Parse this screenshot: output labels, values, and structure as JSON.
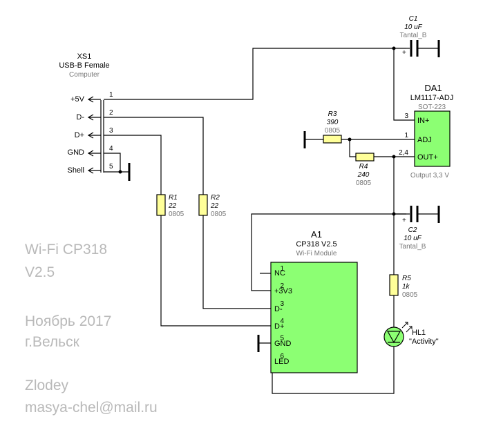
{
  "colors": {
    "module_fill": "#8cff73",
    "resistor_fill": "#ffff99",
    "note_text": "#b9b9b9",
    "led_fill": "#8cff73"
  },
  "xs1": {
    "ref": "XS1",
    "type": "USB-B Female",
    "desc": "Computer",
    "pins": [
      {
        "label": "+5V",
        "num": "1"
      },
      {
        "label": "D-",
        "num": "2"
      },
      {
        "label": "D+",
        "num": "3"
      },
      {
        "label": "GND",
        "num": "4"
      },
      {
        "label": "Shell",
        "num": "5"
      }
    ]
  },
  "r1": {
    "ref": "R1",
    "value": "22",
    "pkg": "0805"
  },
  "r2": {
    "ref": "R2",
    "value": "22",
    "pkg": "0805"
  },
  "r3": {
    "ref": "R3",
    "value": "390",
    "pkg": "0805"
  },
  "r4": {
    "ref": "R4",
    "value": "240",
    "pkg": "0805"
  },
  "r5": {
    "ref": "R5",
    "value": "1k",
    "pkg": "0805"
  },
  "c1": {
    "ref": "C1",
    "value": "10 uF",
    "pkg": "Tantal_B",
    "plus": "+"
  },
  "c2": {
    "ref": "C2",
    "value": "10 uF",
    "pkg": "Tantal_B",
    "plus": "+"
  },
  "da1": {
    "ref": "DA1",
    "part": "LM1117-ADJ",
    "pkg": "SOT-223",
    "note": "Output 3,3 V",
    "pins": [
      {
        "num": "3",
        "name": "IN+"
      },
      {
        "num": "1",
        "name": "ADJ"
      },
      {
        "num": "2,4",
        "name": "OUT+"
      }
    ]
  },
  "a1": {
    "ref": "A1",
    "part": "CP318 V2.5",
    "desc": "Wi-Fi Module",
    "pins": [
      {
        "num": "1",
        "name": "NC"
      },
      {
        "num": "2",
        "name": "+3V3"
      },
      {
        "num": "3",
        "name": "D-"
      },
      {
        "num": "4",
        "name": "D+"
      },
      {
        "num": "5",
        "name": "GND"
      },
      {
        "num": "6",
        "name": "LED"
      }
    ]
  },
  "hl1": {
    "ref": "HL1",
    "desc": "\"Activity\""
  },
  "notes": {
    "title1": "Wi-Fi CP318",
    "title2": "V2.5",
    "date1": "Ноябрь 2017",
    "date2": "г.Вельск",
    "author": "Zlodey",
    "email": "masya-chel@mail.ru"
  }
}
